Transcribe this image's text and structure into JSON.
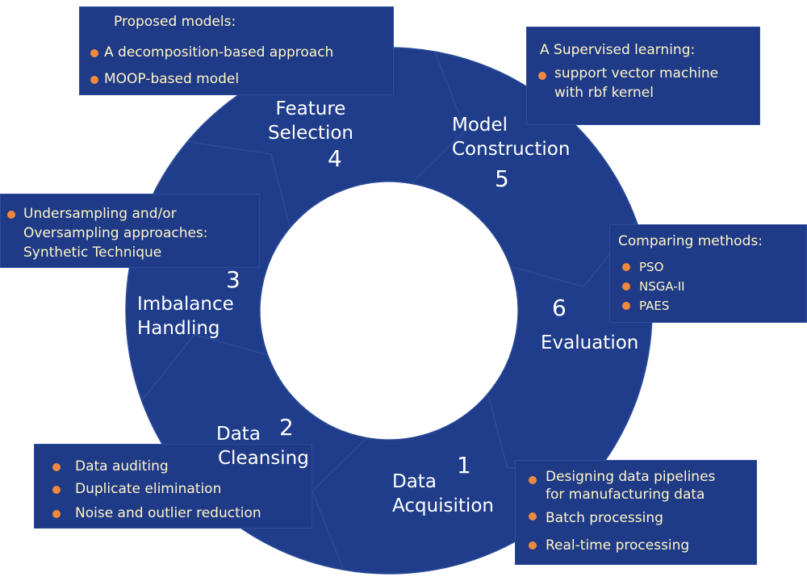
{
  "stages": [
    {
      "number": "1",
      "label_line1": "Data",
      "label_line2": "Acquisition"
    },
    {
      "number": "2",
      "label_line1": "Data",
      "label_line2": "Cleansing"
    },
    {
      "number": "3",
      "label_line1": "Imbalance",
      "label_line2": "Handling"
    },
    {
      "number": "4",
      "label_line1": "Feature",
      "label_line2": "Selection"
    },
    {
      "number": "5",
      "label_line1": "Model",
      "label_line2": "Construction"
    },
    {
      "number": "6",
      "label_line1": "Evaluation",
      "label_line2": ""
    }
  ],
  "boxes": {
    "acquisition": {
      "items": [
        "Designing data pipelines",
        "for manufacturing data",
        "Batch processing",
        "Real-time processing"
      ]
    },
    "cleansing": {
      "items": [
        "Data auditing",
        "Duplicate elimination",
        "Noise and outlier reduction"
      ]
    },
    "imbalance": {
      "items": [
        "Undersampling and/or",
        "Oversampling approaches:",
        "Synthetic Technique"
      ]
    },
    "feature": {
      "title": "Proposed models:",
      "items": [
        "A decomposition-based approach",
        "MOOP-based model"
      ]
    },
    "model": {
      "title": "A Supervised learning:",
      "items": [
        "support vector machine",
        "with rbf kernel"
      ]
    },
    "evaluation": {
      "title": "Comparing methods:",
      "items": [
        "PSO",
        "NSGA-II",
        "PAES"
      ]
    }
  },
  "colors": {
    "segment": "#1f3d8a",
    "box": "#1f3a86",
    "bullet": "#f0893e",
    "box_text": "#fff6c8",
    "stage_text": "#ffffff"
  }
}
